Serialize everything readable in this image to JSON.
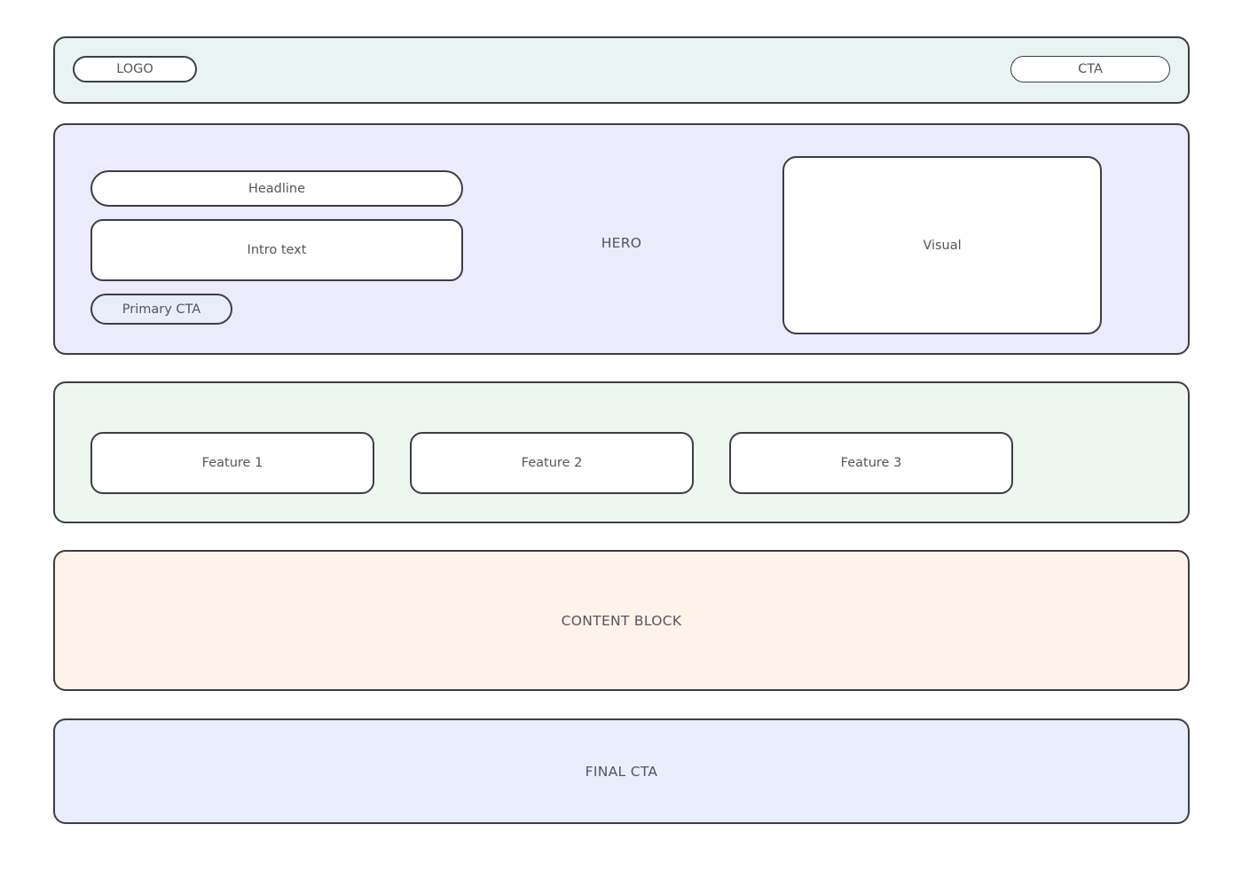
{
  "page": {
    "background": "#ffffff",
    "outline_color": "#3d3d46",
    "text_color": "#55555c"
  },
  "header": {
    "background": "#e9f4f2",
    "logo_label": "LOGO",
    "cta_label": "CTA"
  },
  "hero": {
    "background": "#ecebfc",
    "label": "HERO",
    "headline_label": "Headline",
    "intro_label": "Intro text",
    "primary_cta_label": "Primary CTA",
    "primary_cta_fill": "#e9edfa",
    "visual_label": "Visual"
  },
  "features": {
    "background": "#edf7ef",
    "cards": [
      {
        "label": "Feature 1"
      },
      {
        "label": "Feature 2"
      },
      {
        "label": "Feature 3"
      }
    ]
  },
  "content": {
    "background": "#fdf3e9",
    "label": "CONTENT BLOCK"
  },
  "final_cta": {
    "background": "#e8eefc",
    "label": "FINAL CTA"
  }
}
